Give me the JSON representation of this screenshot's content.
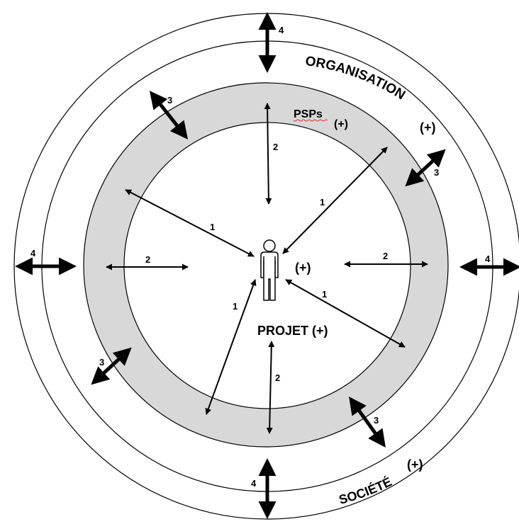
{
  "diagram": {
    "labels": {
      "organisation": "ORGANISATION",
      "organisation_plus": "(+)",
      "psps": "PSPs",
      "psps_plus": "(+)",
      "person_plus": "(+)",
      "projet": "PROJET (+)",
      "societe": "SOCIÉTÉ",
      "societe_plus": "(+)"
    },
    "arrow_numbers": {
      "one": "1",
      "two": "2",
      "three": "3",
      "four": "4"
    },
    "colors": {
      "ring_fill": "#d8d8d8",
      "stroke": "#000000",
      "background": "#ffffff",
      "spellcheck_underline": "#e03030"
    }
  }
}
